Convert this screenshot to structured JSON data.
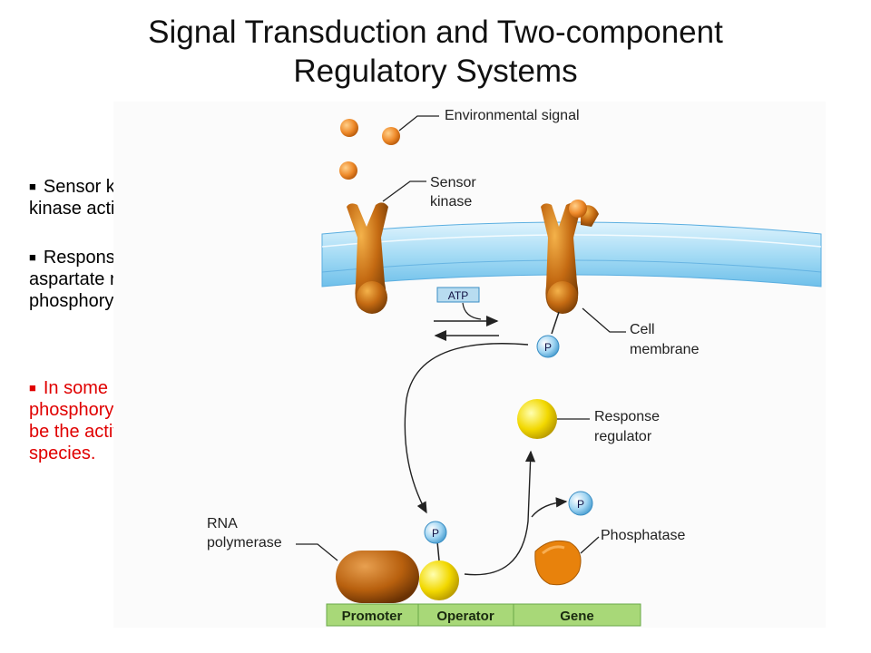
{
  "title": {
    "line1": "Signal Transduction and Two-component",
    "line2": "Regulatory Systems"
  },
  "bullets": [
    {
      "text": "Sensor kinase has Histidine kinase activity",
      "color": "#000000"
    },
    {
      "text": "Response regulator has aspartate residue that becomes phosphorylated",
      "color": "#000000"
    },
    {
      "text": "In some systems, the de-phosphorylated regulator may be the active DNA-binding species.",
      "color": "#e00000"
    }
  ],
  "bullet_icon": "square-bullet",
  "diagram": {
    "labels": {
      "environmental_signal": "Environmental signal",
      "sensor_kinase_1": "Sensor",
      "sensor_kinase_2": "kinase",
      "atp": "ATP",
      "cell_membrane_1": "Cell",
      "cell_membrane_2": "membrane",
      "response_regulator_1": "Response",
      "response_regulator_2": "regulator",
      "phosphatase": "Phosphatase",
      "rna_polymerase_1": "RNA",
      "rna_polymerase_2": "polymerase",
      "phosphate": "P"
    },
    "dna_segments": [
      "Promoter",
      "Operator",
      "Gene"
    ],
    "colors": {
      "kinase": "#c46a12",
      "signal": "#ee8a2a",
      "membrane": "#a6dcf5",
      "phosphate": "#9fd4f2",
      "regulator": "#f2d800",
      "phosphatase": "#e8820c",
      "polymerase": "#b8600e",
      "dna_bar": "#a8d878"
    }
  }
}
